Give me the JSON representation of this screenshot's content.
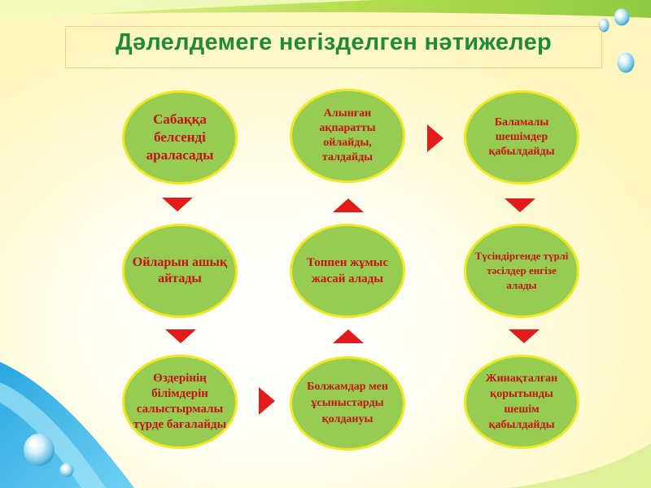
{
  "title": "Дәлелдемеге негізделген нәтижелер",
  "nodes": [
    "Сабаққа\nбелсенді\nараласады",
    "Алынған\nақпаратты\nойлайды,\nталдайды",
    "Баламалы\nшешімдер\nқабылдайды",
    "Ойларын ашық\nайтады",
    "Топпен жұмыс\nжасай алады",
    "Түсіндіргенде түрлі\nтәсілдер енгізе\nалады",
    "Өздерінің\nбілімдерін\nсалыстырмалы\nтүрде  бағалайды",
    "Болжамдар мен\nұсыныстарды\nқолдануы",
    "Жинақталған\nқорытынды\nшешім\nқабылдайды"
  ],
  "colors": {
    "title": "#1f8a39",
    "node_fill": "#97cc52",
    "node_border": "#f2e820",
    "node_text": "#c31313",
    "arrow": "#e31b1b"
  },
  "icons": [
    "water-drop-icon",
    "arrow-down-icon",
    "arrow-up-icon",
    "arrow-right-icon"
  ]
}
